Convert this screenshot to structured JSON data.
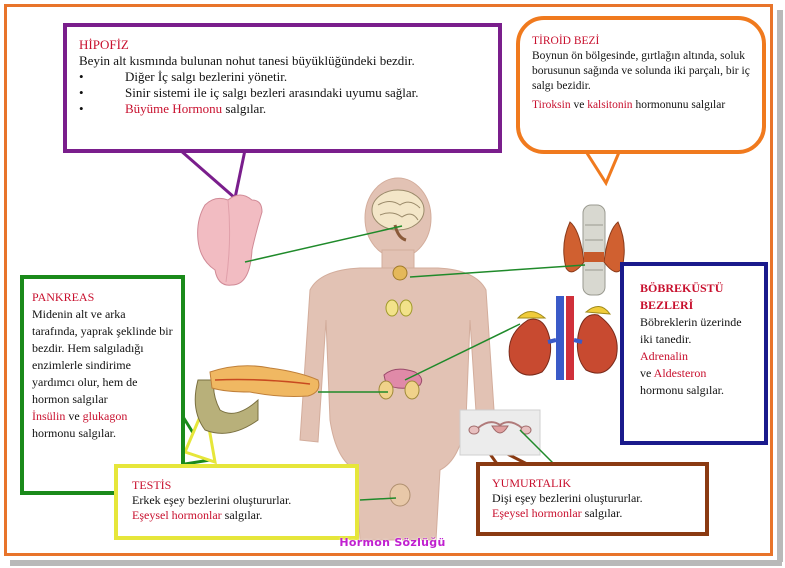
{
  "hipofiz": {
    "title": "HİPOFİZ",
    "intro": "Beyin alt kısmında bulunan nohut tanesi büyüklüğündeki bezdir.",
    "bullets": [
      {
        "bullet": "•",
        "text": "Diğer İç salgı bezlerini yönetir."
      },
      {
        "bullet": "•",
        "text": "Sinir sistemi ile iç salgı bezleri arasındaki uyumu sağlar."
      },
      {
        "bullet": "•",
        "highlight": "Büyüme Hormonu",
        "text": " salgılar."
      }
    ]
  },
  "tiroid": {
    "title": "TİROİD BEZİ",
    "text": "Boynun ön bölgesinde, gırtlağın altında, soluk borusunun sağında ve solunda iki parçalı, bir iç salgı bezidir.",
    "hormone1": "Tiroksin",
    "conj": " ve ",
    "hormone2": "kalsitonin",
    "suffix": " hormonunu salgılar"
  },
  "pankreas": {
    "title": "PANKREAS",
    "text": "Midenin alt ve arka tarafında, yaprak şeklinde bir bezdir. Hem salgıladığı enzimlerle sindirime yardımcı olur, hem de hormon salgılar",
    "hormone1": "İnsülin",
    "conj": " ve ",
    "hormone2": "glukagon",
    "suffix": "hormonu  salgılar."
  },
  "bobrekustu": {
    "title1": "BÖBREKÜSTÜ",
    "title2": "BEZLERİ",
    "text": "Böbreklerin üzerinde iki tanedir.",
    "hormone1": "Adrenalin",
    "conj": "ve ",
    "hormone2": "Aldesteron",
    "suffix": "hormonu salgılar."
  },
  "testis": {
    "title": "TESTİS",
    "text": "Erkek eşey bezlerini oluştururlar.",
    "highlight": "Eşeysel hormonlar",
    "suffix": " salgılar."
  },
  "yumurtalik": {
    "title": "YUMURTALIK",
    "text": "Dişi eşey bezlerini oluştururlar.",
    "highlight": "Eşeysel hormonlar",
    "suffix": " salgılar."
  },
  "footer": "Hormon Sözlüğü",
  "colors": {
    "frame": "#e8742a",
    "hipofiz_border": "#7a1e8c",
    "tiroid_border": "#f07a1e",
    "pankreas_border": "#1a8a1a",
    "bobrekustu_border": "#1a1a8c",
    "testis_border": "#e6e63a",
    "yumurtalik_border": "#8a3a12",
    "connector": "#1f8a2a",
    "title_red": "#c8102e",
    "body": "#e2c2b4"
  }
}
